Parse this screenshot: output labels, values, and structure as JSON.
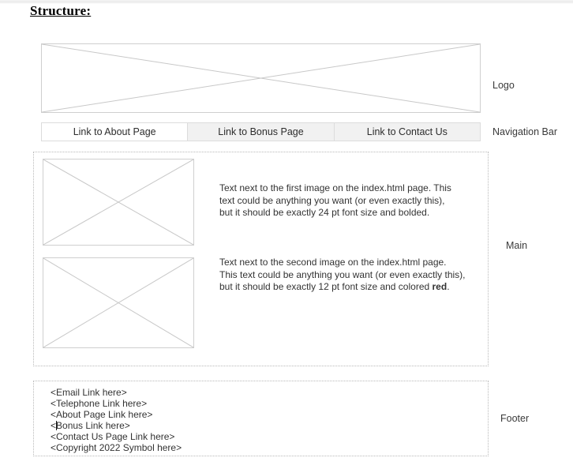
{
  "document": {
    "title": "Structure:"
  },
  "annotations": {
    "logo": "Logo",
    "navigation": "Navigation Bar",
    "main": "Main",
    "footer": "Footer"
  },
  "logo": {
    "placeholder_icon": "image-placeholder-cross"
  },
  "navigation": {
    "items": [
      {
        "label": "Link to About Page"
      },
      {
        "label": "Link to Bonus Page"
      },
      {
        "label": "Link to Contact Us"
      }
    ]
  },
  "main": {
    "images": [
      {
        "placeholder_icon": "image-placeholder-cross"
      },
      {
        "placeholder_icon": "image-placeholder-cross"
      }
    ],
    "text_blocks": [
      {
        "lines": [
          "Text next to the first image on the index.html page. This",
          "text could be anything you want (or even exactly this),",
          "but it should be exactly 24 pt font size and bolded."
        ]
      },
      {
        "lines": [
          "Text next to the second image on the index.html page.",
          "This text could be anything you want (or even exactly this),",
          "but it should be exactly 12 pt font size and colored "
        ],
        "emphasis": "red",
        "trailing": "."
      }
    ]
  },
  "footer": {
    "lines": [
      "<Email Link here>",
      "<Telephone Link here>",
      "<About Page Link here>",
      "<Bonus Link here>",
      "<Contact Us Page Link here>",
      "<Copyright 2022 Symbol here>"
    ],
    "caret_line_index": 3
  },
  "colors": {
    "text": "#333333",
    "title": "#000000",
    "border_solid": "#cfcfcf",
    "border_dotted": "#b9b9b9",
    "nav_inactive_bg": "#f1f1f1",
    "nav_active_bg": "#ffffff"
  }
}
